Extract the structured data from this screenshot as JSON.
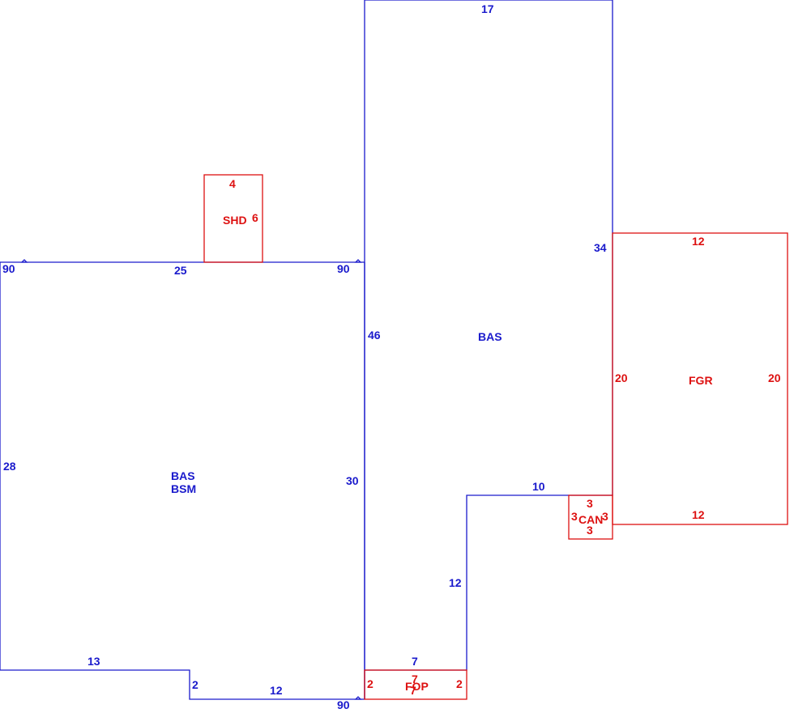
{
  "colors": {
    "main": "#1a1acc",
    "addition": "#dd1111"
  },
  "areas": {
    "bas_left_1": "BAS",
    "bas_left_2": "BSM",
    "bas_right": "BAS",
    "shed": "SHD",
    "garage": "FGR",
    "canopy": "CAN",
    "porch": "FOP"
  },
  "dimensions": {
    "top_17": "17",
    "right_34": "34",
    "left_top_25": "25",
    "angle_90_tl": "90",
    "angle_90_tr": "90",
    "angle_90_bottom": "90",
    "left_28": "28",
    "inner_30": "30",
    "inner_46": "46",
    "step_10": "10",
    "step_12_v": "12",
    "bottom_13": "13",
    "bottom_2": "2",
    "bottom_12": "12",
    "bottom_7": "7",
    "shed_4": "4",
    "shed_6": "6",
    "garage_top_12": "12",
    "garage_bottom_12": "12",
    "garage_left_20": "20",
    "garage_right_20": "20",
    "can_top_3": "3",
    "can_bottom_3": "3",
    "can_left_3": "3",
    "can_right_3": "3",
    "porch_left_2": "2",
    "porch_right_2": "2",
    "porch_top_7": "7",
    "porch_bottom_7": "7"
  }
}
